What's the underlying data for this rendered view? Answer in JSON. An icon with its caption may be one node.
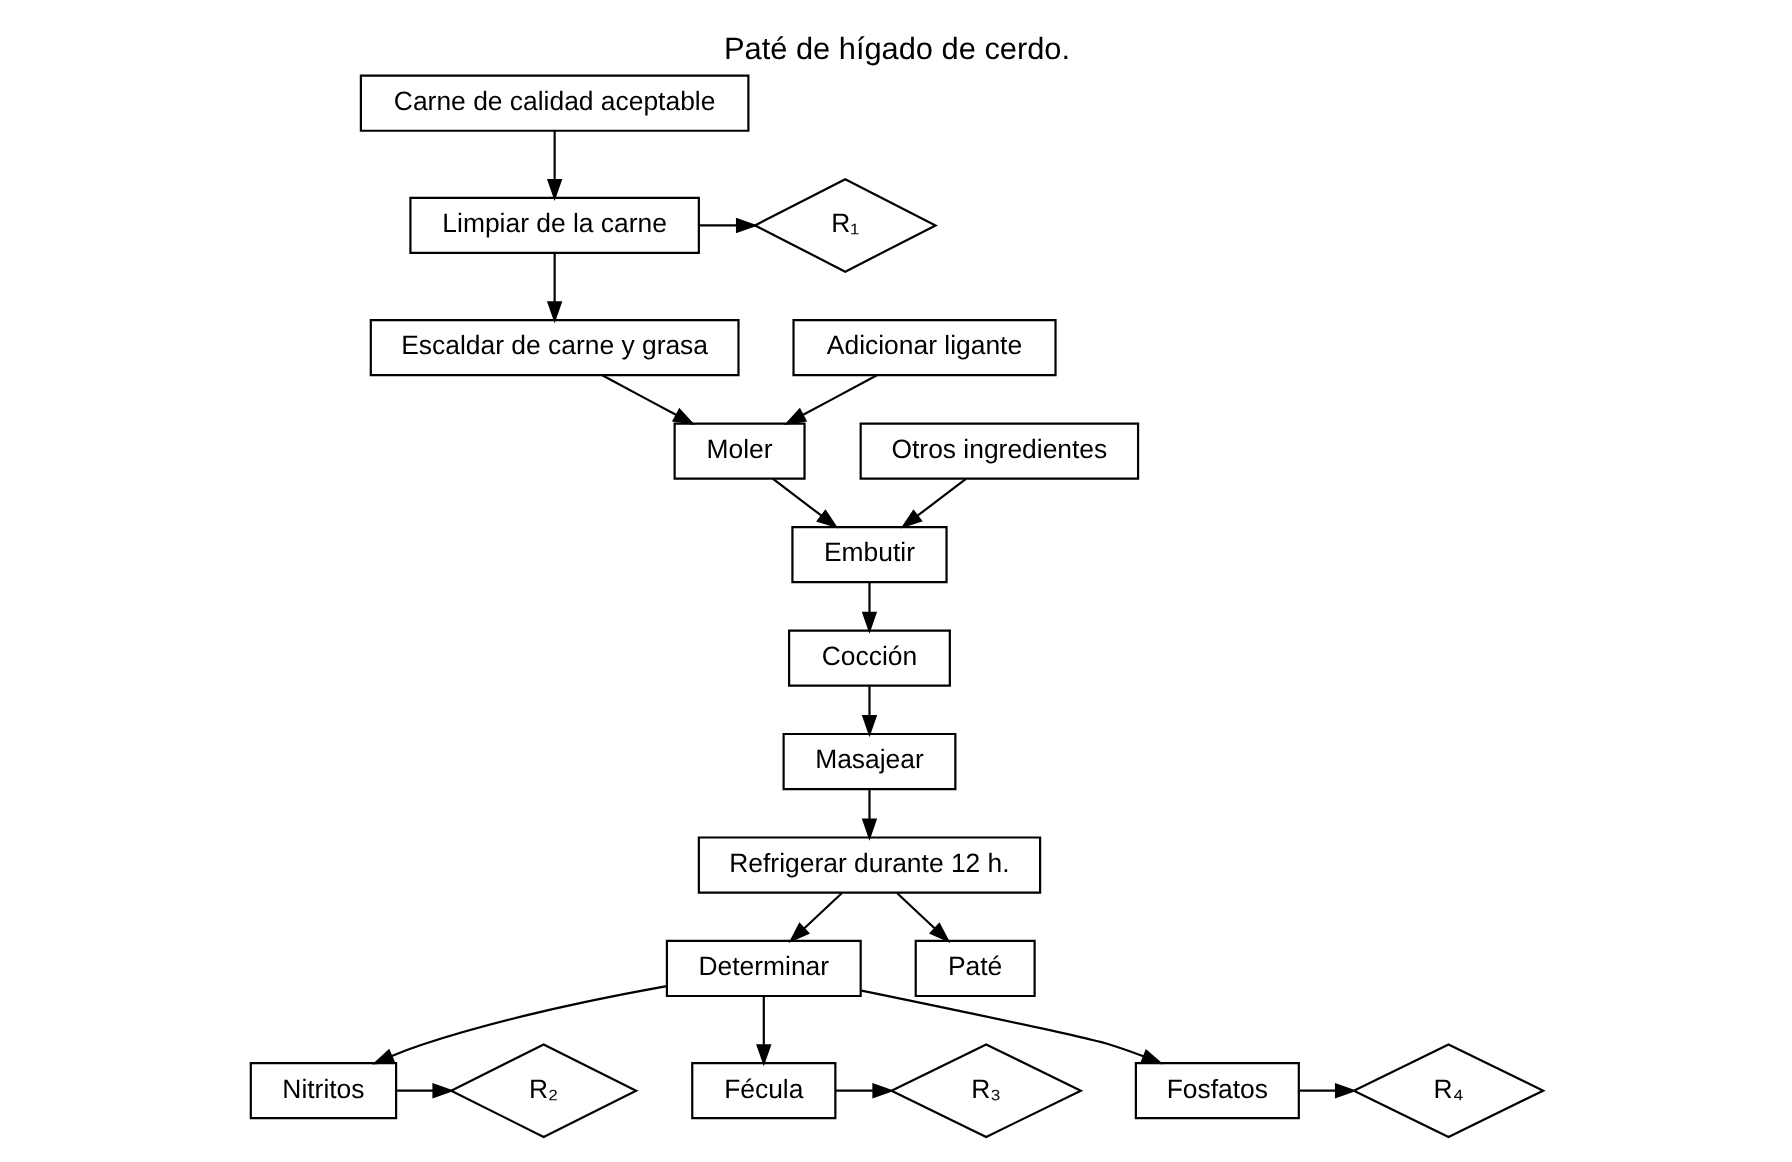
{
  "diagram": {
    "title": "Paté de hígado de cerdo.",
    "nodes": [
      {
        "text": [
          "Carne de calidad aceptable"
        ]
      },
      {
        "text": [
          "Limpiar de la carne"
        ]
      },
      {
        "text": [
          "R₁"
        ]
      },
      {
        "text": [
          "Escaldar de carne y grasa"
        ]
      },
      {
        "text": [
          "Adicionar ligante"
        ]
      },
      {
        "text": [
          "Moler"
        ]
      },
      {
        "text": [
          "Otros ingredientes"
        ]
      },
      {
        "text": [
          "Embutir"
        ]
      },
      {
        "text": [
          "Cocción"
        ]
      },
      {
        "text": [
          "Masajear"
        ]
      },
      {
        "text": [
          "Refrigerar durante 12 h."
        ]
      },
      {
        "text": [
          "Determinar"
        ]
      },
      {
        "text": [
          "Nitritos"
        ]
      },
      {
        "text": [
          "Fécula"
        ]
      },
      {
        "text": [
          "Fosfatos"
        ]
      },
      {
        "text": [
          "R₂"
        ]
      },
      {
        "text": [
          "R₃"
        ]
      },
      {
        "text": [
          "R₄"
        ]
      },
      {
        "text": [
          "Paté"
        ]
      }
    ],
    "edges": [
      {
        "from": 0,
        "to": 1,
        "arrow": "to"
      },
      {
        "from": 1,
        "to": 2,
        "arrow": "to"
      },
      {
        "from": 1,
        "to": 3,
        "arrow": "to"
      },
      {
        "from": 3,
        "to": 5,
        "arrow": "to"
      },
      {
        "from": 4,
        "to": 5,
        "arrow": "to"
      },
      {
        "from": 5,
        "to": 7,
        "arrow": "to"
      },
      {
        "from": 6,
        "to": 7,
        "arrow": "to"
      },
      {
        "from": 7,
        "to": 8,
        "arrow": "to"
      },
      {
        "from": 8,
        "to": 9,
        "arrow": "to"
      },
      {
        "from": 9,
        "to": 10,
        "arrow": "to"
      },
      {
        "from": 10,
        "to": 11,
        "arrow": "to"
      },
      {
        "from": 11,
        "to": 12,
        "arrow": "to"
      },
      {
        "from": 11,
        "to": 13,
        "arrow": "to"
      },
      {
        "from": 11,
        "to": 14,
        "arrow": "to"
      },
      {
        "from": 12,
        "to": 15,
        "arrow": "to"
      },
      {
        "from": 13,
        "to": 16,
        "arrow": "to"
      },
      {
        "from": 14,
        "to": 17,
        "arrow": "to"
      },
      {
        "from": 10,
        "to": 18,
        "arrow": "to"
      }
    ]
  }
}
